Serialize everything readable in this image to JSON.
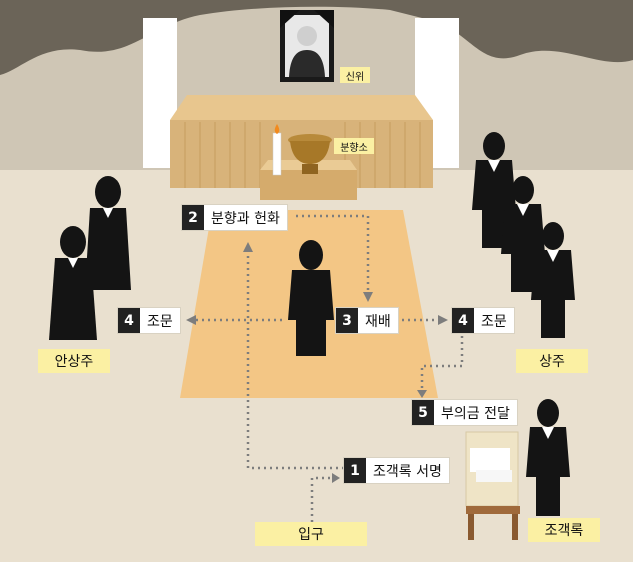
{
  "colors": {
    "cave": "#6b6458",
    "wall": "#cfc6b5",
    "floor": "#e9e0cf",
    "altar_wood": "#d8b37a",
    "altar_dark": "#c69c5f",
    "carpet": "#f3c685",
    "figure": "#141414",
    "label_bg": "#fbf0a3",
    "dot": "#7d7d7d"
  },
  "labels": {
    "sinwi": "신위",
    "bunhyangso": "분향소",
    "ansangju": "안상주",
    "sangju": "상주",
    "ipgu": "입구",
    "jogaekrok": "조객록"
  },
  "steps": [
    {
      "num": "1",
      "text": "조객록 서명"
    },
    {
      "num": "2",
      "text": "분향과 헌화"
    },
    {
      "num": "3",
      "text": "재배"
    },
    {
      "num": "4",
      "text": "조문"
    },
    {
      "num": "4",
      "text": "조문"
    },
    {
      "num": "5",
      "text": "부의금 전달"
    }
  ]
}
